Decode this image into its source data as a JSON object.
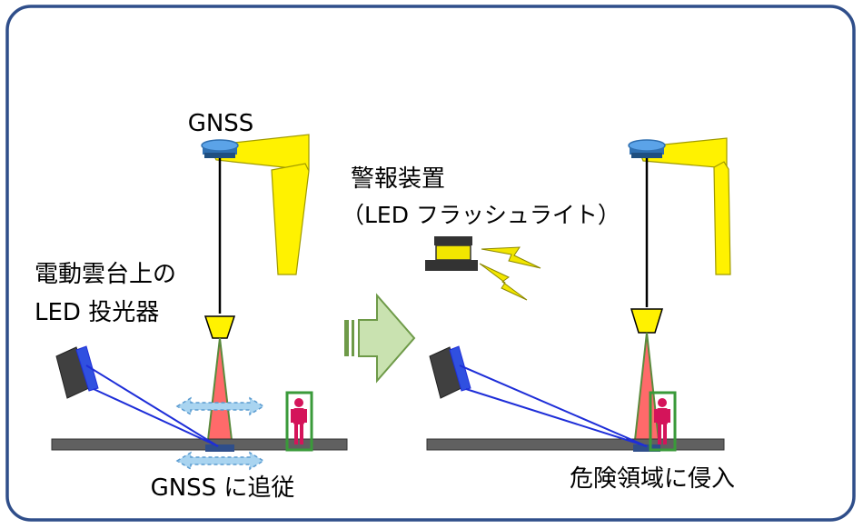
{
  "labels": {
    "gnss_top": "GNSS",
    "alarm_title": "警報装置",
    "alarm_subtitle": "（LED フラッシュライト）",
    "projector_line1": "電動雲台上の",
    "projector_line2": "LED 投光器",
    "tracking": "GNSS に追従",
    "intrusion": "危険領域に侵入"
  },
  "colors": {
    "frame": "#2F4E8A",
    "crane": "#FFF200",
    "crane_stroke": "#A09A00",
    "cable": "#000000",
    "gnss_unit": "#4A90D9",
    "beam_red": "#FF5050",
    "beam_green": "#5A8A3C",
    "projector_body": "#404040",
    "projector_lens": "#3050E0",
    "led_beam": "#1E2ED8",
    "ground": "#606060",
    "target_marker": "#2F4E8A",
    "motion_arrow": "#A9D4F0",
    "worker": "#D4145A",
    "detect_box": "#3A9A3A",
    "flow_arrow": "#C9E2B0",
    "flow_arrow_stroke": "#6E9A48",
    "alarm_body": "#F2E600",
    "alarm_dark": "#333333",
    "flash": "#F2E600"
  }
}
